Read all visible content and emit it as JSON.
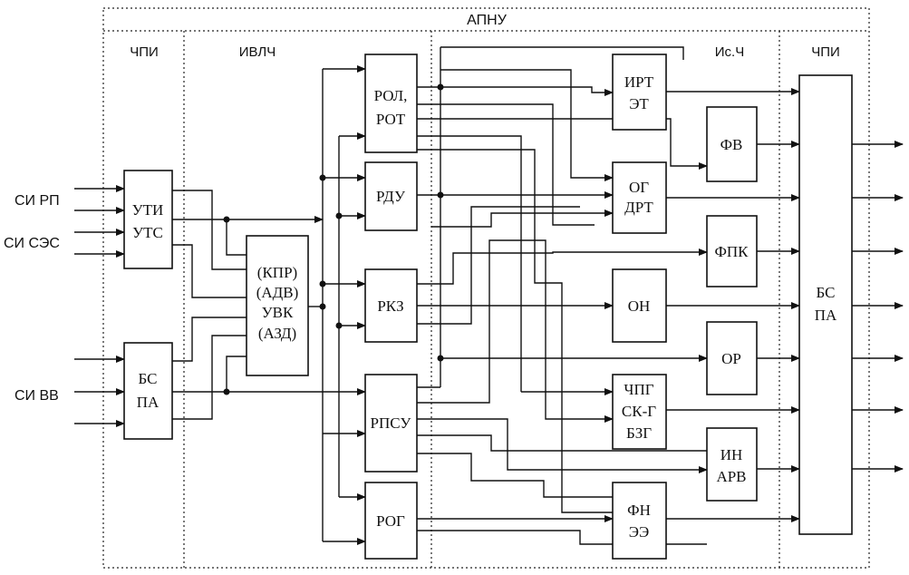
{
  "diagram": {
    "title": "АПНУ",
    "sections": {
      "chpi_left": "ЧПИ",
      "ivlch": "ИВЛЧ",
      "isch": "Ис.Ч",
      "chpi_right": "ЧПИ"
    },
    "inputs": {
      "si_rp": "СИ РП",
      "si_ses": "СИ СЭС",
      "si_vv": "СИ ВВ"
    },
    "blocks": {
      "uti": [
        "УТИ",
        "УТС"
      ],
      "bspa_left": [
        "БС",
        "ПА"
      ],
      "kpr": [
        "(КПР)",
        "(АДВ)",
        "УВК",
        "(АЗД)"
      ],
      "rol": [
        "РОЛ,",
        "РОТ"
      ],
      "rdu": [
        "РДУ"
      ],
      "rkz": [
        "РКЗ"
      ],
      "rpsu": [
        "РПСУ"
      ],
      "rog": [
        "РОГ"
      ],
      "irt": [
        "ИРТ",
        "ЭТ"
      ],
      "og": [
        "ОГ",
        "ДРТ"
      ],
      "on": [
        "ОН"
      ],
      "chpg": [
        "ЧПГ",
        "СК-Г",
        "БЗГ"
      ],
      "fn": [
        "ФН",
        "ЭЭ"
      ],
      "fv": [
        "ФВ"
      ],
      "fpk": [
        "ФПК"
      ],
      "or": [
        "ОР"
      ],
      "in": [
        "ИН",
        "АРВ"
      ],
      "bspa_right": [
        "БС",
        "ПА"
      ]
    }
  }
}
